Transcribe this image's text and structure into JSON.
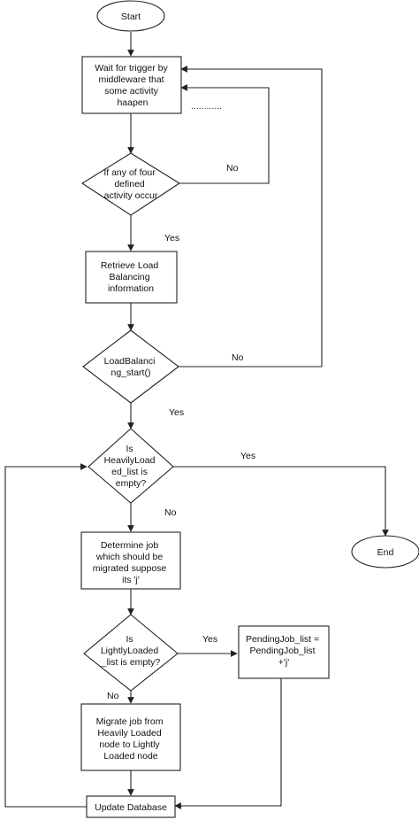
{
  "nodes": {
    "start": [
      "Start"
    ],
    "wait": [
      "Wait for trigger by",
      "middleware that",
      "some activity",
      "haapen"
    ],
    "check_activity": [
      "If any of four",
      "defined",
      "activity occur"
    ],
    "retrieve": [
      "Retrieve Load",
      "Balancing",
      "information"
    ],
    "lb_start": [
      "LoadBalanci",
      "ng_start()"
    ],
    "heavily_empty": [
      "Is",
      "HeavilyLoad",
      "ed_list is",
      "empty?"
    ],
    "determine": [
      "Determine  job",
      "which should be",
      "migrated suppose",
      "its 'j'"
    ],
    "lightly_empty": [
      "Is",
      "LightlyLoaded",
      "_list is empty?"
    ],
    "pending": [
      "PendingJob_list =",
      "PendingJob_list",
      "+'j'"
    ],
    "migrate": [
      "Migrate job from",
      "Heavily Loaded",
      "node to Lightly",
      "Loaded node"
    ],
    "update_db": [
      "Update Database"
    ],
    "end": [
      "End"
    ]
  },
  "edges": {
    "no_activity": "No",
    "yes_activity": "Yes",
    "no_lb": "No",
    "yes_lb": "Yes",
    "yes_heavily": "Yes",
    "no_heavily": "No",
    "yes_lightly": "Yes",
    "no_lightly": "No",
    "dots": "............"
  },
  "colors": {
    "stroke": "#222222",
    "fill": "#ffffff",
    "text": "#111111"
  }
}
